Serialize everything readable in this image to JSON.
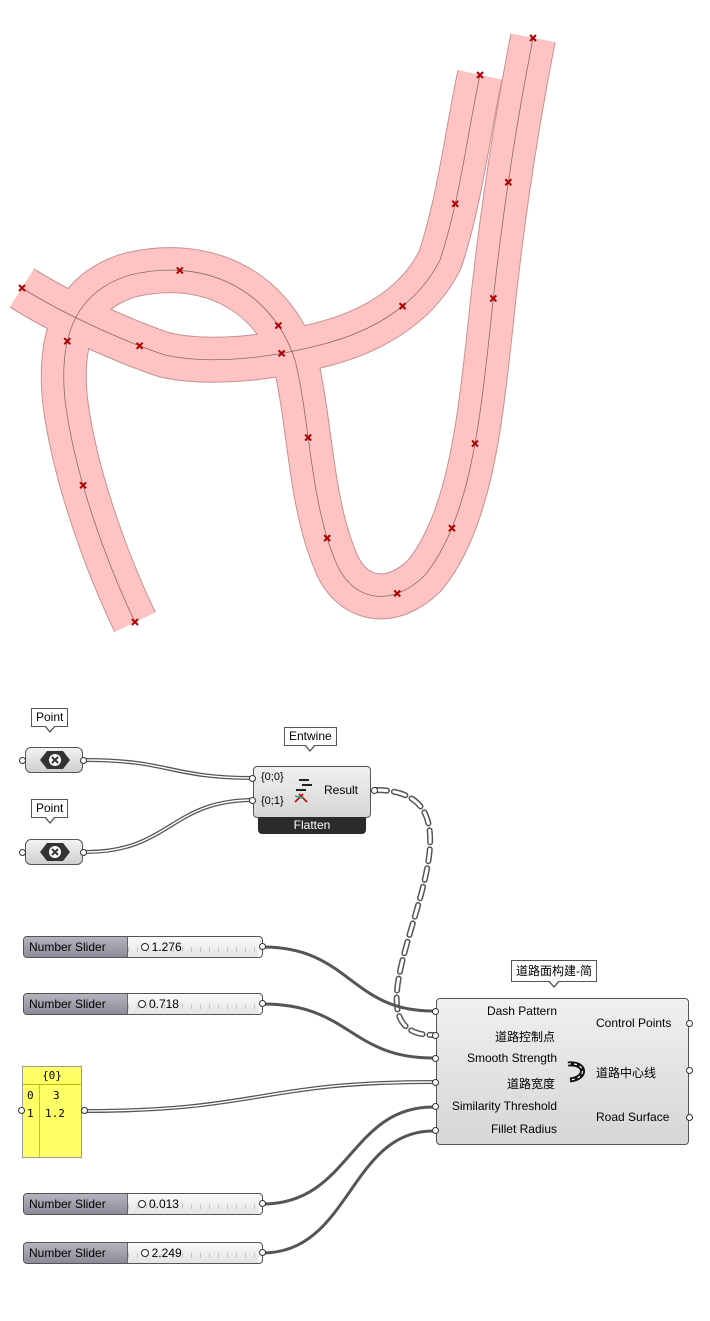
{
  "viewport": {
    "fill_color": "#ffc3c3",
    "edge_color": "#c79090",
    "centerline_color": "#8a6a6a",
    "control_point_color": "#b00000",
    "control_point_icon": "x-marker-icon"
  },
  "canvas": {
    "wire_color": "#555555",
    "point_params": [
      {
        "label": "Point",
        "icon": "point-x-hexagon-icon"
      },
      {
        "label": "Point",
        "icon": "point-x-hexagon-icon"
      }
    ],
    "entwine": {
      "label": "Entwine",
      "inputs": [
        "{0;0}",
        "{0;1}"
      ],
      "output": "Result",
      "footer": "Flatten",
      "icon": "entwine-stairs-icon"
    },
    "sliders": [
      {
        "label": "Number Slider",
        "value": "1.276",
        "position": 0.05
      },
      {
        "label": "Number Slider",
        "value": "0.718",
        "position": 0.03
      },
      {
        "label": "Number Slider",
        "value": "0.013",
        "position": 0.03
      },
      {
        "label": "Number Slider",
        "value": "2.249",
        "position": 0.05
      }
    ],
    "panel": {
      "header": "{0}",
      "rows": [
        {
          "index": "0",
          "value": "3"
        },
        {
          "index": "1",
          "value": "1.2"
        }
      ]
    },
    "road": {
      "label": "道路面构建-简",
      "inputs": [
        "Dash Pattern",
        "道路控制点",
        "Smooth Strength",
        "道路宽度",
        "Similarity Threshold",
        "Fillet Radius"
      ],
      "outputs": [
        "Control Points",
        "道路中心线",
        "Road Surface"
      ],
      "icon": "road-curve-icon"
    }
  }
}
